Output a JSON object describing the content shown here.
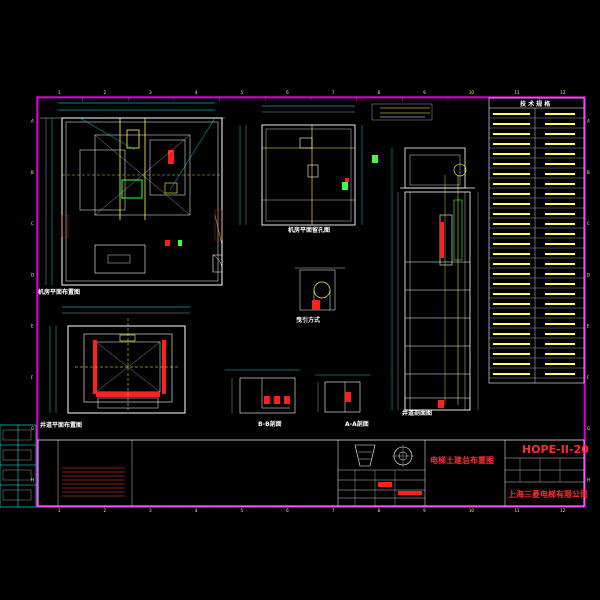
{
  "drawing": {
    "number": "HOPE-II-20",
    "title": "电梯土建总布置图",
    "company": "上海三菱电梯有限公司",
    "border_top_marks": [
      "1",
      "2",
      "3",
      "4",
      "5",
      "6",
      "7",
      "8",
      "9",
      "10",
      "11",
      "12"
    ],
    "border_side_marks": [
      "A",
      "B",
      "C",
      "D",
      "E",
      "F",
      "G",
      "H"
    ]
  },
  "views": {
    "machine_room_plan": "机房平面布置图",
    "machine_room_holes": "机房平面留孔图",
    "traction_method": "曳引方式",
    "hoistway_plan": "井道平面布置图",
    "hoistway_section": "井道剖面图",
    "section_bb": "B-B剖面",
    "section_aa": "A-A剖面"
  },
  "spec_table": {
    "header": "技 术 规 格"
  },
  "left_stamp": {
    "rows": [
      "",
      "",
      "",
      ""
    ]
  },
  "colors": {
    "frame": "#ff00ff",
    "line": "#ffffff",
    "dim": "#00ffff",
    "accent_red": "#ff2020",
    "accent_yellow": "#ffff40",
    "accent_green": "#20ff20"
  }
}
